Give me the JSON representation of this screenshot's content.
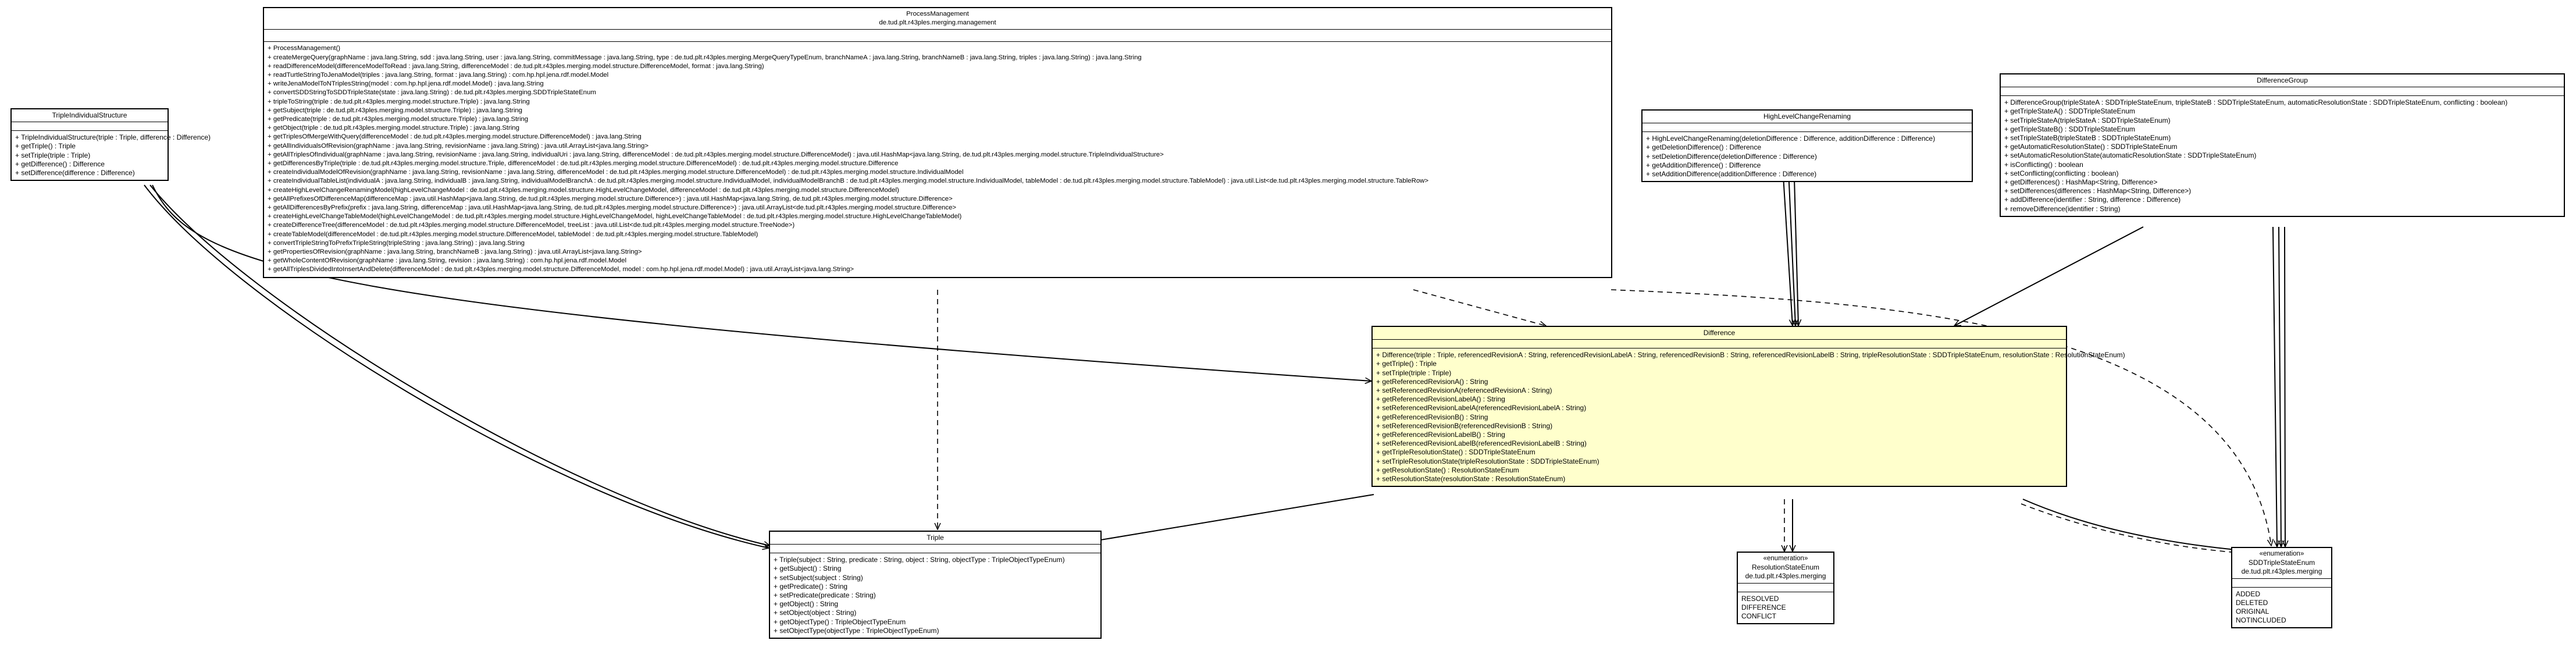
{
  "classes": {
    "tis": {
      "name": "TripleIndividualStructure",
      "operations": [
        "+ TripleIndividualStructure(triple : Triple, difference : Difference)",
        "+ getTriple() : Triple",
        "+ setTriple(triple : Triple)",
        "+ getDifference() : Difference",
        "+ setDifference(difference : Difference)"
      ]
    },
    "pm": {
      "name": "ProcessManagement",
      "package": "de.tud.plt.r43ples.merging.management",
      "operations": [
        "+ ProcessManagement()",
        "+ createMergeQuery(graphName : java.lang.String, sdd : java.lang.String, user : java.lang.String, commitMessage : java.lang.String, type : de.tud.plt.r43ples.merging.MergeQueryTypeEnum, branchNameA : java.lang.String, branchNameB : java.lang.String, triples : java.lang.String) : java.lang.String",
        "+ readDifferenceModel(differenceModelToRead : java.lang.String, differenceModel : de.tud.plt.r43ples.merging.model.structure.DifferenceModel, format : java.lang.String)",
        "+ readTurtleStringToJenaModel(triples : java.lang.String, format : java.lang.String) : com.hp.hpl.jena.rdf.model.Model",
        "+ writeJenaModelToNTriplesString(model : com.hp.hpl.jena.rdf.model.Model) : java.lang.String",
        "+ convertSDDStringToSDDTripleState(state : java.lang.String) : de.tud.plt.r43ples.merging.SDDTripleStateEnum",
        "+ tripleToString(triple : de.tud.plt.r43ples.merging.model.structure.Triple) : java.lang.String",
        "+ getSubject(triple : de.tud.plt.r43ples.merging.model.structure.Triple) : java.lang.String",
        "+ getPredicate(triple : de.tud.plt.r43ples.merging.model.structure.Triple) : java.lang.String",
        "+ getObject(triple : de.tud.plt.r43ples.merging.model.structure.Triple) : java.lang.String",
        "+ getTriplesOfMergeWithQuery(differenceModel : de.tud.plt.r43ples.merging.model.structure.DifferenceModel) : java.lang.String",
        "+ getAllIndividualsOfRevision(graphName : java.lang.String, revisionName : java.lang.String) : java.util.ArrayList<java.lang.String>",
        "+ getAllTriplesOfIndividual(graphName : java.lang.String, revisionName : java.lang.String, individualUri : java.lang.String, differenceModel : de.tud.plt.r43ples.merging.model.structure.DifferenceModel) : java.util.HashMap<java.lang.String, de.tud.plt.r43ples.merging.model.structure.TripleIndividualStructure>",
        "+ getDifferencesByTriple(triple : de.tud.plt.r43ples.merging.model.structure.Triple, differenceModel : de.tud.plt.r43ples.merging.model.structure.DifferenceModel) : de.tud.plt.r43ples.merging.model.structure.Difference",
        "+ createIndividualModelOfRevision(graphName : java.lang.String, revisionName : java.lang.String, differenceModel : de.tud.plt.r43ples.merging.model.structure.DifferenceModel) : de.tud.plt.r43ples.merging.model.structure.IndividualModel",
        "+ createIndividualTableList(individualA : java.lang.String, individualB : java.lang.String, individualModelBranchA : de.tud.plt.r43ples.merging.model.structure.IndividualModel, individualModelBranchB : de.tud.plt.r43ples.merging.model.structure.IndividualModel, tableModel : de.tud.plt.r43ples.merging.model.structure.TableModel) : java.util.List<de.tud.plt.r43ples.merging.model.structure.TableRow>",
        "+ createHighLevelChangeRenamingModel(highLevelChangeModel : de.tud.plt.r43ples.merging.model.structure.HighLevelChangeModel, differenceModel : de.tud.plt.r43ples.merging.model.structure.DifferenceModel)",
        "+ getAllPrefixesOfDifferenceMap(differenceMap : java.util.HashMap<java.lang.String, de.tud.plt.r43ples.merging.model.structure.Difference>) : java.util.HashMap<java.lang.String, de.tud.plt.r43ples.merging.model.structure.Difference>",
        "+ getAllDifferencesByPrefix(prefix : java.lang.String, differenceMap : java.util.HashMap<java.lang.String, de.tud.plt.r43ples.merging.model.structure.Difference>) : java.util.ArrayList<de.tud.plt.r43ples.merging.model.structure.Difference>",
        "+ createHighLevelChangeTableModel(highLevelChangeModel : de.tud.plt.r43ples.merging.model.structure.HighLevelChangeModel, highLevelChangeTableModel : de.tud.plt.r43ples.merging.model.structure.HighLevelChangeTableModel)",
        "+ createDifferenceTree(differenceModel : de.tud.plt.r43ples.merging.model.structure.DifferenceModel, treeList : java.util.List<de.tud.plt.r43ples.merging.model.structure.TreeNode>)",
        "+ createTableModel(differenceModel : de.tud.plt.r43ples.merging.model.structure.DifferenceModel, tableModel : de.tud.plt.r43ples.merging.model.structure.TableModel)",
        "+ convertTripleStringToPrefixTripleString(tripleString : java.lang.String) : java.lang.String",
        "+ getPropertiesOfRevision(graphName : java.lang.String, branchNameB : java.lang.String) : java.util.ArrayList<java.lang.String>",
        "+ getWholeContentOfRevision(graphName : java.lang.String, revision : java.lang.String) : com.hp.hpl.jena.rdf.model.Model",
        "+ getAllTriplesDividedIntoInsertAndDelete(differenceModel : de.tud.plt.r43ples.merging.model.structure.DifferenceModel, model : com.hp.hpl.jena.rdf.model.Model) : java.util.ArrayList<java.lang.String>"
      ]
    },
    "hlcr": {
      "name": "HighLevelChangeRenaming",
      "operations": [
        "+ HighLevelChangeRenaming(deletionDifference : Difference, additionDifference : Difference)",
        "+ getDeletionDifference() : Difference",
        "+ setDeletionDifference(deletionDifference : Difference)",
        "+ getAdditionDifference() : Difference",
        "+ setAdditionDifference(additionDifference : Difference)"
      ]
    },
    "dg": {
      "name": "DifferenceGroup",
      "operations": [
        "+ DifferenceGroup(tripleStateA : SDDTripleStateEnum, tripleStateB : SDDTripleStateEnum, automaticResolutionState : SDDTripleStateEnum, conflicting : boolean)",
        "+ getTripleStateA() : SDDTripleStateEnum",
        "+ setTripleStateA(tripleStateA : SDDTripleStateEnum)",
        "+ getTripleStateB() : SDDTripleStateEnum",
        "+ setTripleStateB(tripleStateB : SDDTripleStateEnum)",
        "+ getAutomaticResolutionState() : SDDTripleStateEnum",
        "+ setAutomaticResolutionState(automaticResolutionState : SDDTripleStateEnum)",
        "+ isConflicting() : boolean",
        "+ setConflicting(conflicting : boolean)",
        "+ getDifferences() : HashMap<String, Difference>",
        "+ setDifferences(differences : HashMap<String, Difference>)",
        "+ addDifference(identifier : String, difference : Difference)",
        "+ removeDifference(identifier : String)"
      ]
    },
    "diff": {
      "name": "Difference",
      "operations": [
        "+ Difference(triple : Triple, referencedRevisionA : String, referencedRevisionLabelA : String, referencedRevisionB : String, referencedRevisionLabelB : String, tripleResolutionState : SDDTripleStateEnum, resolutionState : ResolutionStateEnum)",
        "+ getTriple() : Triple",
        "+ setTriple(triple : Triple)",
        "+ getReferencedRevisionA() : String",
        "+ setReferencedRevisionA(referencedRevisionA : String)",
        "+ getReferencedRevisionLabelA() : String",
        "+ setReferencedRevisionLabelA(referencedRevisionLabelA : String)",
        "+ getReferencedRevisionB() : String",
        "+ setReferencedRevisionB(referencedRevisionB : String)",
        "+ getReferencedRevisionLabelB() : String",
        "+ setReferencedRevisionLabelB(referencedRevisionLabelB : String)",
        "+ getTripleResolutionState() : SDDTripleStateEnum",
        "+ setTripleResolutionState(tripleResolutionState : SDDTripleStateEnum)",
        "+ getResolutionState() : ResolutionStateEnum",
        "+ setResolutionState(resolutionState : ResolutionStateEnum)"
      ]
    },
    "triple": {
      "name": "Triple",
      "operations": [
        "+ Triple(subject : String, predicate : String, object : String, objectType : TripleObjectTypeEnum)",
        "+ getSubject() : String",
        "+ setSubject(subject : String)",
        "+ getPredicate() : String",
        "+ setPredicate(predicate : String)",
        "+ getObject() : String",
        "+ setObject(object : String)",
        "+ getObjectType() : TripleObjectTypeEnum",
        "+ setObjectType(objectType : TripleObjectTypeEnum)"
      ]
    },
    "rse": {
      "stereotype": "«enumeration»",
      "name": "ResolutionStateEnum",
      "package": "de.tud.plt.r43ples.merging",
      "values": [
        "RESOLVED",
        "DIFFERENCE",
        "CONFLICT"
      ]
    },
    "sdd": {
      "stereotype": "«enumeration»",
      "name": "SDDTripleStateEnum",
      "package": "de.tud.plt.r43ples.merging",
      "values": [
        "ADDED",
        "DELETED",
        "ORIGINAL",
        "NOTINCLUDED"
      ]
    }
  }
}
